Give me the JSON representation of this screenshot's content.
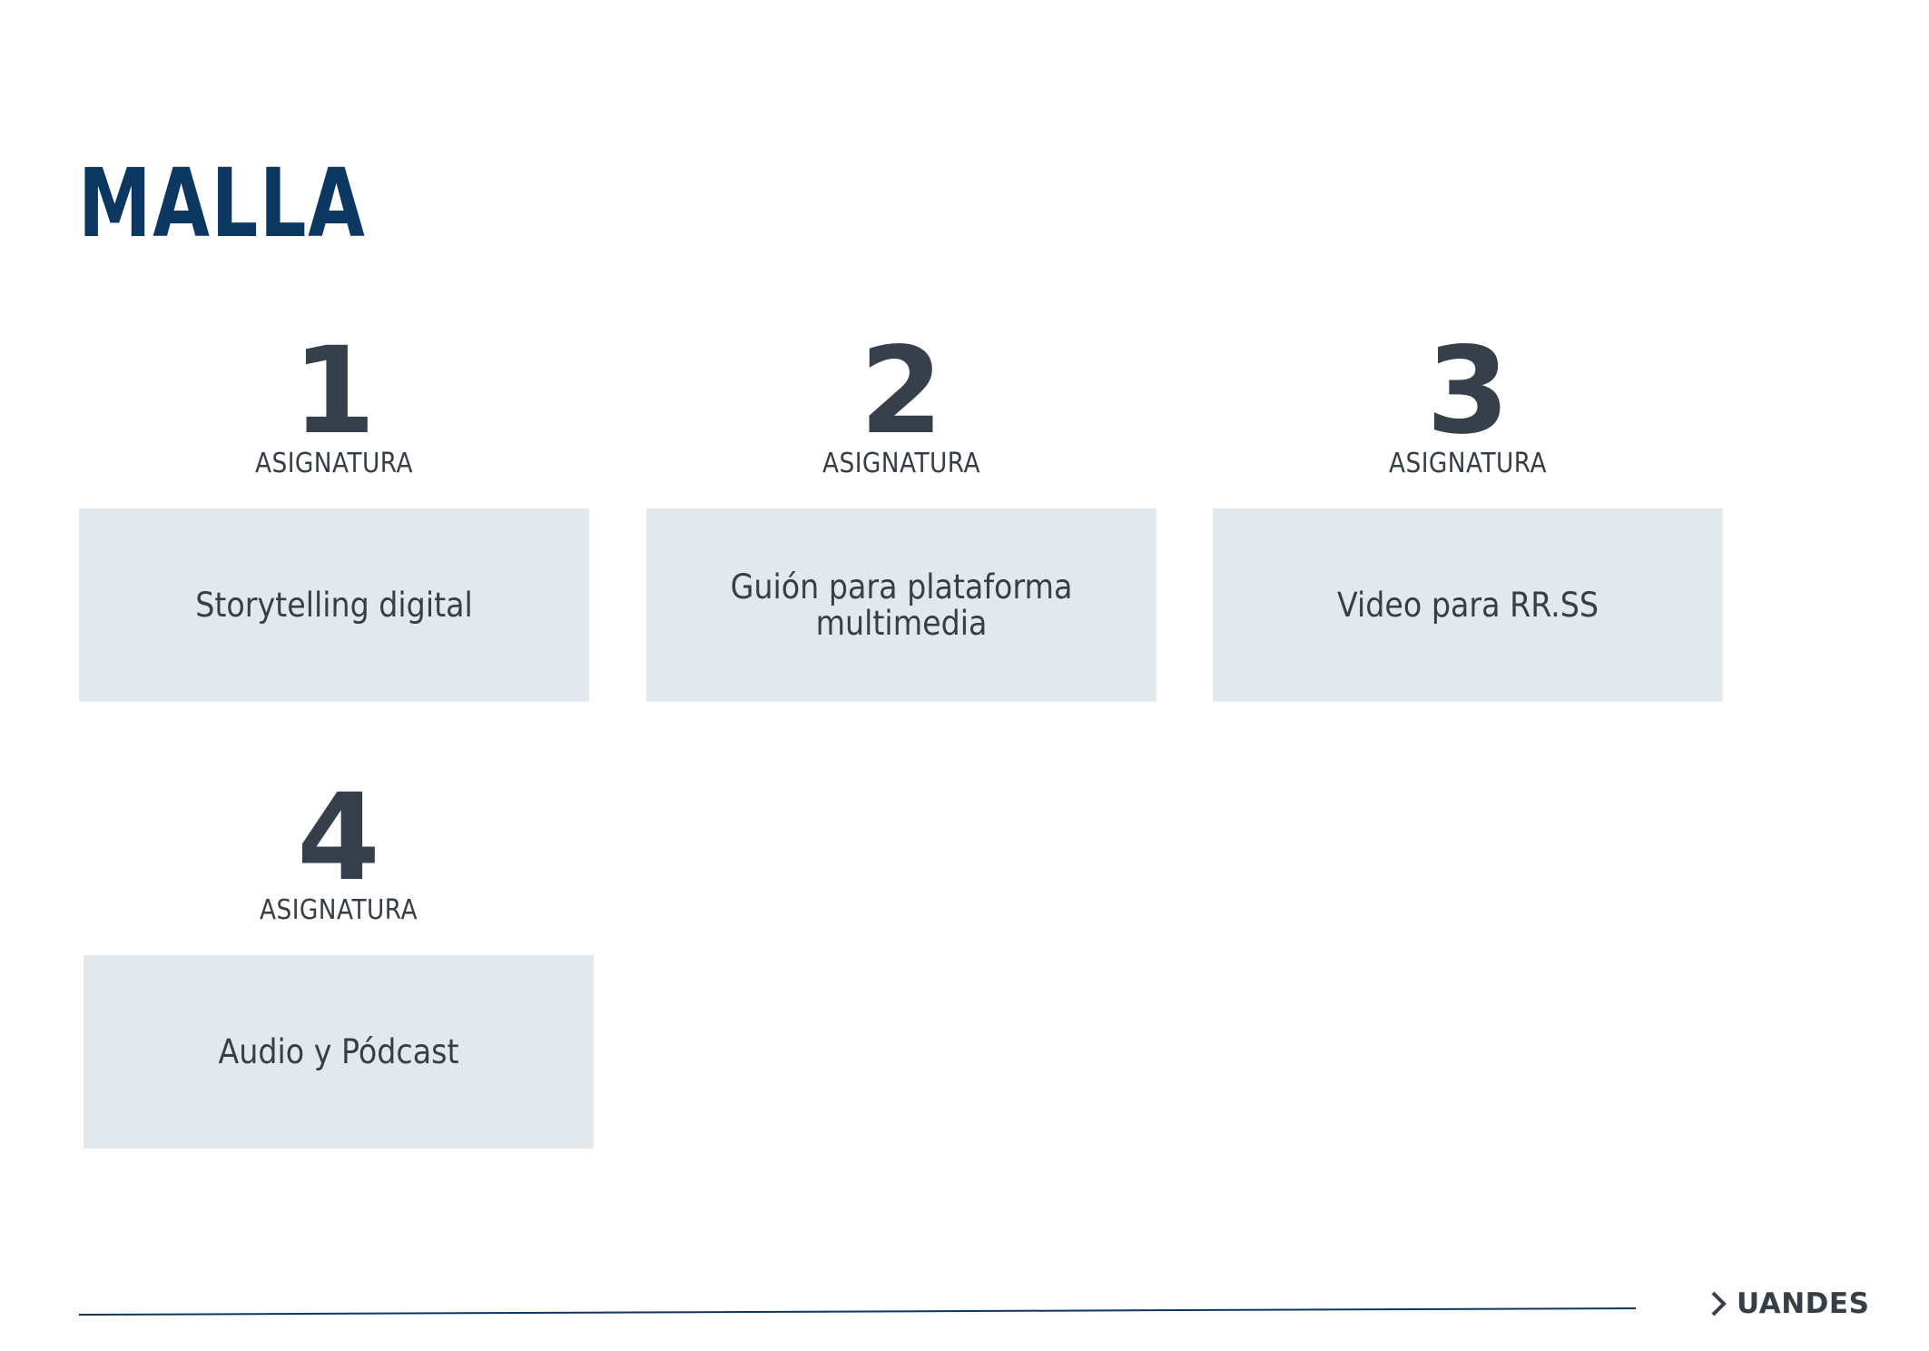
{
  "title": "MALLA",
  "courses": [
    {
      "number": "1",
      "label": "ASIGNATURA",
      "name": "Storytelling digital"
    },
    {
      "number": "2",
      "label": "ASIGNATURA",
      "name": "Guión para plataforma multimedia"
    },
    {
      "number": "3",
      "label": "ASIGNATURA",
      "name": "Video para RR.SS"
    },
    {
      "number": "4",
      "label": "ASIGNATURA",
      "name": "Audio y Pódcast"
    }
  ],
  "footer": {
    "brand": "UANDES",
    "brand_icon": "chevron-right-icon"
  },
  "colors": {
    "title": "#0b3761",
    "text": "#363e47",
    "box": "#e3e8ec",
    "line": "#0b3761"
  }
}
